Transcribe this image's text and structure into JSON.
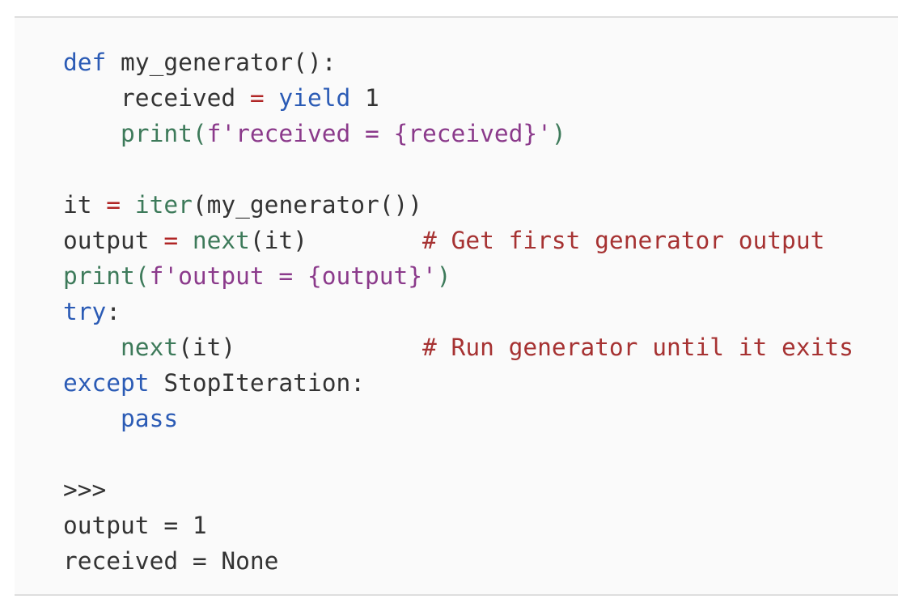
{
  "page": {
    "kind": "code-snippet",
    "language": "python",
    "background_color": "#ffffff"
  },
  "code_block": {
    "background_color": "#fafafa",
    "border_color": "#dedede",
    "font_family_kind": "monospace"
  },
  "theme": {
    "default": "#333333",
    "keyword": "#2b5bb5",
    "builtin": "#3d7a5a",
    "string": "#8b3a8b",
    "comment": "#a63232",
    "operator": "#b02525",
    "number": "#333333"
  },
  "code": {
    "plain_text": "def my_generator():\n    received = yield 1\n    print(f'received = {received}')\n\nit = iter(my_generator())\noutput = next(it)        # Get first generator output\nprint(f'output = {output}')\ntry:\n    next(it)             # Run generator until it exits\nexcept StopIteration:\n    pass\n\n>>>\noutput = 1\nreceived = None",
    "lines": [
      {
        "index": 1,
        "text": "def my_generator():",
        "tokens": [
          {
            "t": "def",
            "c": "keyword"
          },
          {
            "t": " my_generator():",
            "c": "default"
          }
        ]
      },
      {
        "index": 2,
        "text": "    received = yield 1",
        "tokens": [
          {
            "t": "    received ",
            "c": "default"
          },
          {
            "t": "=",
            "c": "operator"
          },
          {
            "t": " ",
            "c": "default"
          },
          {
            "t": "yield",
            "c": "keyword"
          },
          {
            "t": " ",
            "c": "default"
          },
          {
            "t": "1",
            "c": "number"
          }
        ]
      },
      {
        "index": 3,
        "text": "    print(f'received = {received}')",
        "tokens": [
          {
            "t": "    ",
            "c": "default"
          },
          {
            "t": "print",
            "c": "builtin"
          },
          {
            "t": "(",
            "c": "builtin"
          },
          {
            "t": "f'received = {received}'",
            "c": "string"
          },
          {
            "t": ")",
            "c": "builtin"
          }
        ]
      },
      {
        "index": 4,
        "text": "",
        "tokens": []
      },
      {
        "index": 5,
        "text": "it = iter(my_generator())",
        "tokens": [
          {
            "t": "it ",
            "c": "default"
          },
          {
            "t": "=",
            "c": "operator"
          },
          {
            "t": " ",
            "c": "default"
          },
          {
            "t": "iter",
            "c": "builtin"
          },
          {
            "t": "(my_generator())",
            "c": "default"
          }
        ]
      },
      {
        "index": 6,
        "text": "output = next(it)        # Get first generator output",
        "tokens": [
          {
            "t": "output ",
            "c": "default"
          },
          {
            "t": "=",
            "c": "operator"
          },
          {
            "t": " ",
            "c": "default"
          },
          {
            "t": "next",
            "c": "builtin"
          },
          {
            "t": "(it)        ",
            "c": "default"
          },
          {
            "t": "# Get first generator output",
            "c": "comment"
          }
        ]
      },
      {
        "index": 7,
        "text": "print(f'output = {output}')",
        "tokens": [
          {
            "t": "print",
            "c": "builtin"
          },
          {
            "t": "(",
            "c": "builtin"
          },
          {
            "t": "f'output = {output}'",
            "c": "string"
          },
          {
            "t": ")",
            "c": "builtin"
          }
        ]
      },
      {
        "index": 8,
        "text": "try:",
        "tokens": [
          {
            "t": "try",
            "c": "keyword"
          },
          {
            "t": ":",
            "c": "default"
          }
        ]
      },
      {
        "index": 9,
        "text": "    next(it)             # Run generator until it exits",
        "tokens": [
          {
            "t": "    ",
            "c": "default"
          },
          {
            "t": "next",
            "c": "builtin"
          },
          {
            "t": "(it)             ",
            "c": "default"
          },
          {
            "t": "# Run generator until it exits",
            "c": "comment"
          }
        ]
      },
      {
        "index": 10,
        "text": "except StopIteration:",
        "tokens": [
          {
            "t": "except",
            "c": "keyword"
          },
          {
            "t": " StopIteration:",
            "c": "default"
          }
        ]
      },
      {
        "index": 11,
        "text": "    pass",
        "tokens": [
          {
            "t": "    ",
            "c": "default"
          },
          {
            "t": "pass",
            "c": "keyword"
          }
        ]
      },
      {
        "index": 12,
        "text": "",
        "tokens": []
      },
      {
        "index": 13,
        "text": ">>>",
        "tokens": [
          {
            "t": ">>>",
            "c": "default"
          }
        ]
      },
      {
        "index": 14,
        "text": "output = 1",
        "tokens": [
          {
            "t": "output = 1",
            "c": "default"
          }
        ]
      },
      {
        "index": 15,
        "text": "received = None",
        "tokens": [
          {
            "t": "received = None",
            "c": "default"
          }
        ]
      }
    ]
  }
}
